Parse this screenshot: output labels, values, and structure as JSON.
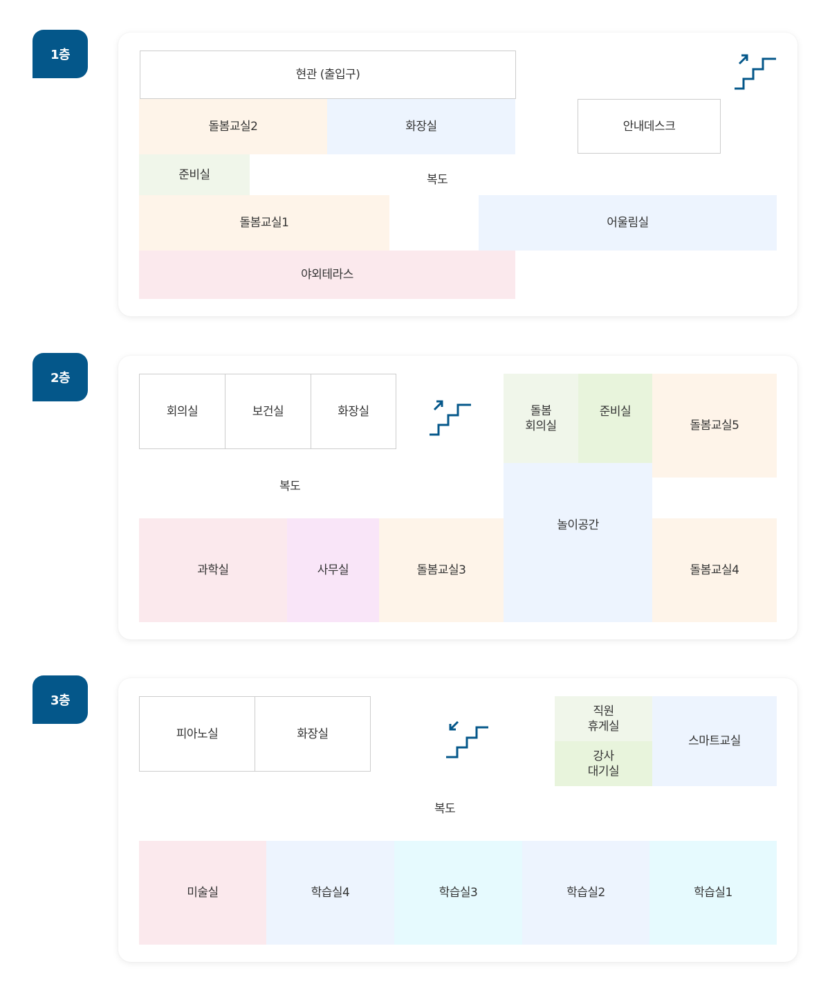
{
  "colors": {
    "badge": "#04578a",
    "stairs_icon": "#04578a",
    "orange": "#fef4e9",
    "blue": "#edf4fe",
    "green_light": "#f0f6ea",
    "green": "#e8f4dc",
    "pink": "#fbe9ed",
    "purple": "#f9e5f8",
    "cyan": "#e6fafe",
    "border": "#cccccc"
  },
  "floors": [
    {
      "badge": "1층",
      "corridor": "복도",
      "stairs_icon": "stairs-up-icon",
      "rooms": {
        "entrance": "현관 (출입구)",
        "care_class_2": "돌봄교실2",
        "restroom": "화장실",
        "info_desk": "안내데스크",
        "prep_room": "준비실",
        "care_class_1": "돌봄교실1",
        "community_room": "어울림실",
        "outdoor_terrace": "야외테라스"
      }
    },
    {
      "badge": "2층",
      "corridor": "복도",
      "stairs_icon": "stairs-up-icon",
      "rooms": {
        "meeting_room": "회의실",
        "health_room": "보건실",
        "restroom": "화장실",
        "care_meeting_room": "돌봄\n회의실",
        "prep_room": "준비실",
        "care_class_5": "돌봄교실5",
        "play_space": "놀이공간",
        "science_room": "과학실",
        "office": "사무실",
        "care_class_3": "돌봄교실3",
        "care_class_4": "돌봄교실4"
      }
    },
    {
      "badge": "3층",
      "corridor": "복도",
      "stairs_icon": "stairs-down-icon",
      "rooms": {
        "piano_room": "피아노실",
        "restroom": "화장실",
        "staff_lounge": "직원\n휴게실",
        "instructor_waiting": "강사\n대기실",
        "smart_class": "스마트교실",
        "art_room": "미술실",
        "study_room_4": "학습실4",
        "study_room_3": "학습실3",
        "study_room_2": "학습실2",
        "study_room_1": "학습실1"
      }
    }
  ]
}
